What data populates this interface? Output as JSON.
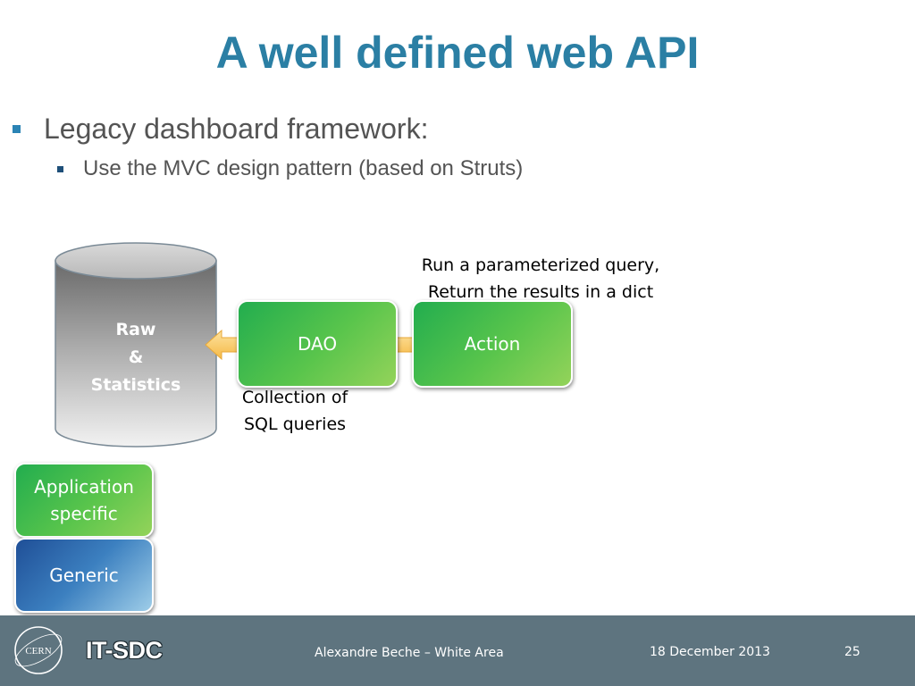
{
  "title": "A well defined web API",
  "bullets": {
    "level1": "Legacy dashboard framework:",
    "level2": "Use the MVC design pattern (based on Struts)"
  },
  "diagram": {
    "database": {
      "lines": [
        "Raw",
        "&",
        "Statistics"
      ]
    },
    "dao_label": "DAO",
    "action_label": "Action",
    "note_action": [
      "Run a parameterized query,",
      "Return the results in a dict"
    ],
    "note_dao": [
      "Collection of",
      "SQL queries"
    ]
  },
  "legend": {
    "application_specific": [
      "Application",
      "specific"
    ],
    "generic": "Generic"
  },
  "footer": {
    "logo_text": "CERN",
    "group": "IT-SDC",
    "author": "Alexandre Beche – White Area",
    "date": "18 December 2013",
    "page": "25"
  },
  "colors": {
    "title": "#2b7fa4",
    "footer_bg": "#5e747f",
    "green": "#5ac54c",
    "blue": "#3c80c0",
    "arrow": "#f9c55c"
  }
}
